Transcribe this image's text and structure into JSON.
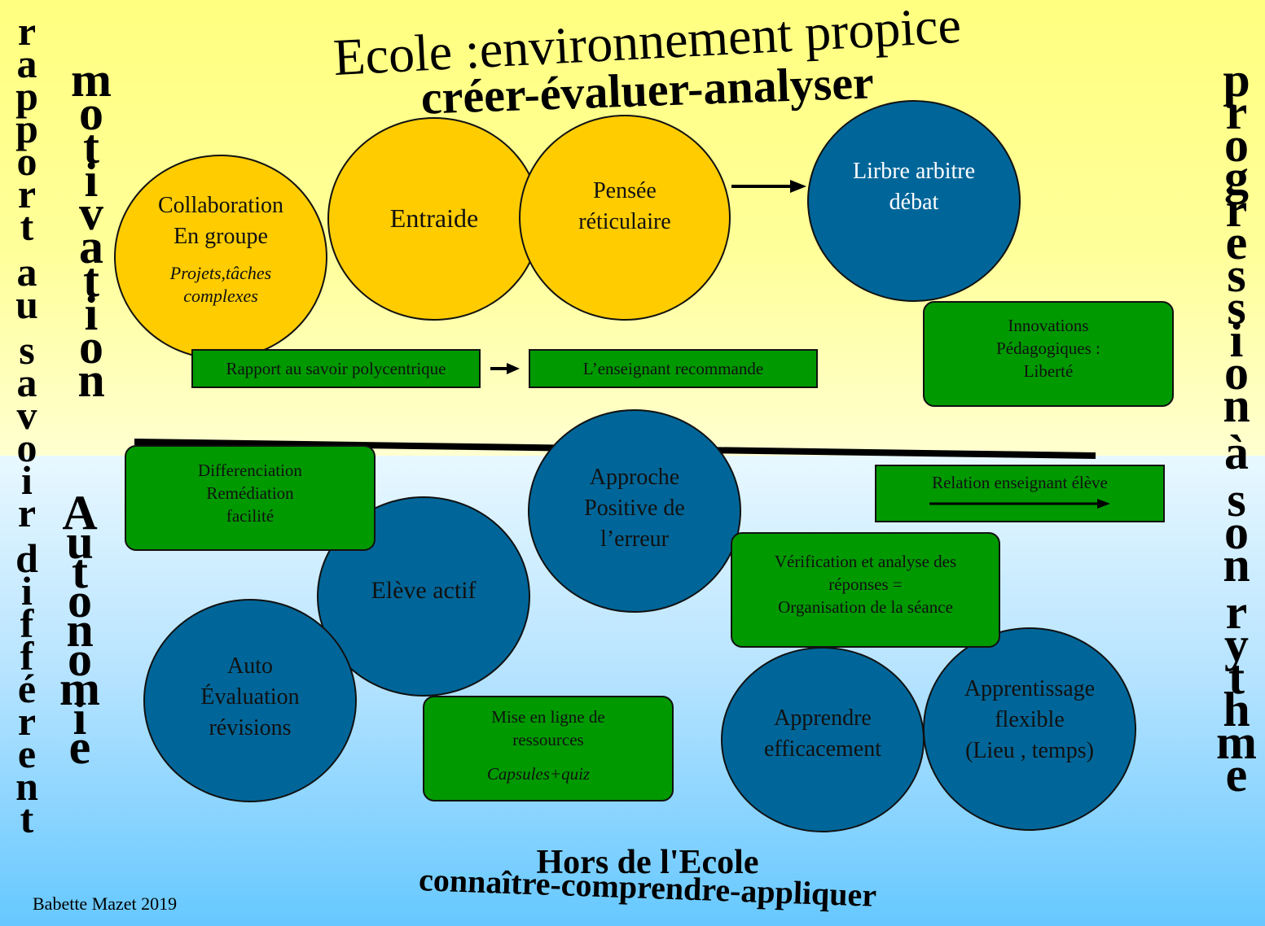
{
  "title": {
    "line1": "Ecole :environnement propice",
    "line2": "créer-évaluer-analyser"
  },
  "bottom_title": {
    "line1": "Hors de l'Ecole",
    "line2": "connaître-comprendre-appliquer"
  },
  "credit": "Babette Mazet 2019",
  "side_labels": {
    "left_outer": "rapport au savoir différent",
    "left_inner_top": "motivation",
    "left_inner_bottom": "Autonomie",
    "right": "progression à son rythme"
  },
  "nodes": {
    "collaboration": {
      "line1": "Collaboration",
      "line2": "En groupe",
      "note1": "Projets,tâches",
      "note2": "complexes"
    },
    "entraide": {
      "label": "Entraide"
    },
    "pensee": {
      "line1": "Pensée",
      "line2": "réticulaire"
    },
    "libre": {
      "line1": "Lirbre arbitre",
      "line2": "débat"
    },
    "approche": {
      "line1": "Approche",
      "line2": "Positive de",
      "line3": "l’erreur"
    },
    "eleve": {
      "label": "Elève actif"
    },
    "auto": {
      "line1": "Auto",
      "line2": "Évaluation",
      "line3": "révisions"
    },
    "apprendre": {
      "line1": "Apprendre",
      "line2": "efficacement"
    },
    "flexible": {
      "line1": "Apprentissage",
      "line2": "flexible",
      "line3": "(Lieu , temps)"
    }
  },
  "boxes": {
    "rapport": "Rapport au savoir polycentrique",
    "enseignant": "L’enseignant recommande",
    "innovations": {
      "line1": "Innovations",
      "line2": "Pédagogiques :",
      "line3": "Liberté"
    },
    "differenciation": {
      "line1": "Differenciation",
      "line2": "Remédiation",
      "line3": "facilité"
    },
    "relation": "Relation  enseignant élève",
    "verification": {
      "line1": "Vérification et analyse des",
      "line2": "réponses =",
      "line3": "Organisation de la séance"
    },
    "mise": {
      "line1": "Mise en ligne de",
      "line2": "ressources",
      "note": "Capsules+quiz"
    }
  },
  "colors": {
    "gold": "#ffcc00",
    "blue": "#006699",
    "green": "#009900",
    "top_background": "#ffff99",
    "bottom_background": "#66c8ff"
  }
}
